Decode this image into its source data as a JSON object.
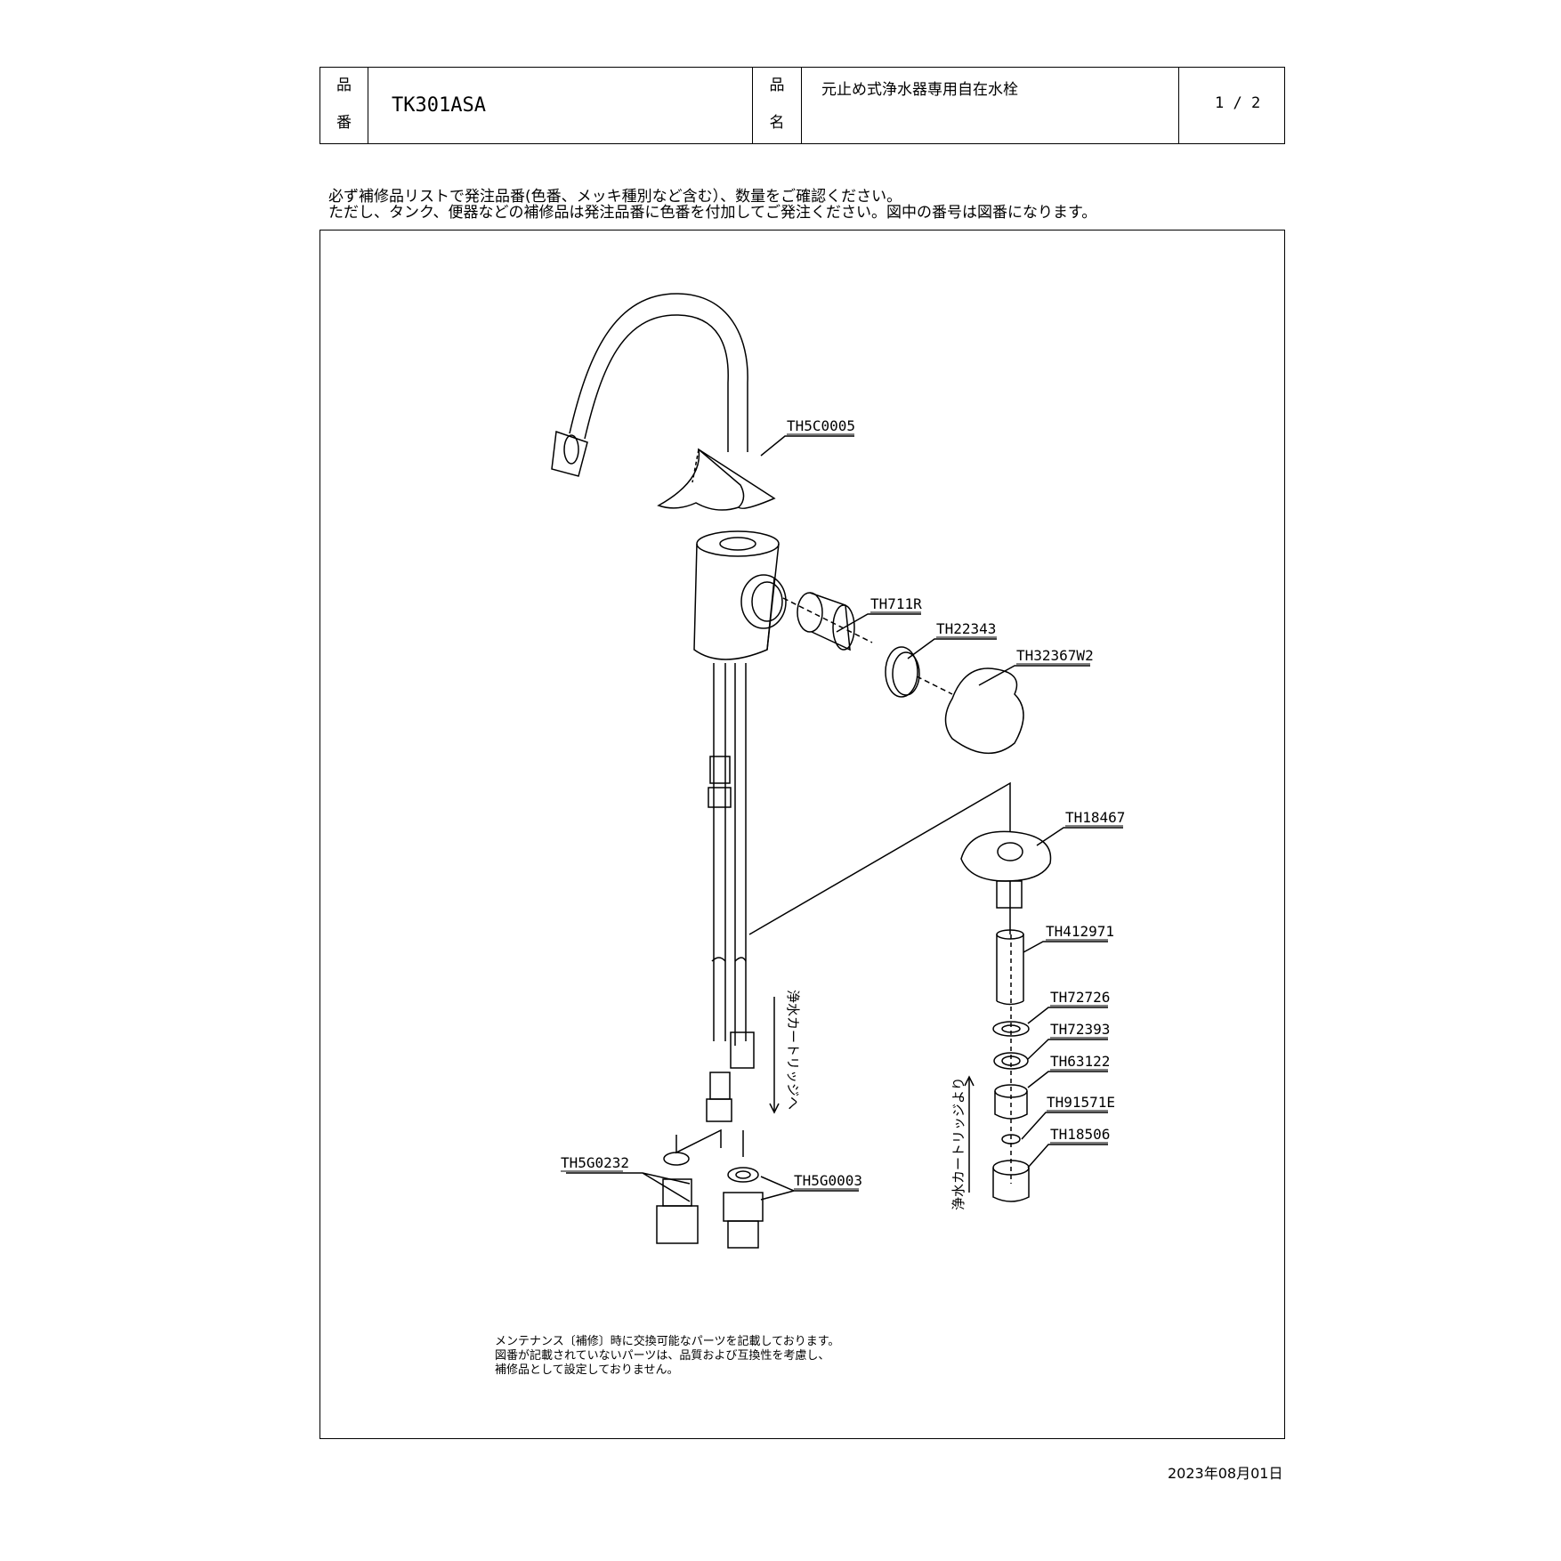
{
  "header": {
    "part_no_label_1": "品",
    "part_no_label_2": "番",
    "part_no": "TK301ASA",
    "name_label_1": "品",
    "name_label_2": "名",
    "name": "元止め式浄水器専用自在水栓",
    "page": "1 / 2"
  },
  "notes": {
    "line1": "必ず補修品リストで発注品番(色番、メッキ種別など含む）、数量をご確認ください。",
    "line2": "ただし、タンク、便器などの補修品は発注品番に色番を付加してご発注ください。図中の番号は図番になります。"
  },
  "parts": {
    "spout": "TH5C0005",
    "cartridge": "TH711R",
    "nut": "TH22343",
    "handle": "TH32367W2",
    "bracket": "TH18467",
    "pipe": "TH412971",
    "washer1": "TH72726",
    "washer2": "TH72393",
    "hex_nut": "TH63122",
    "oring": "TH91571E",
    "adapter": "TH18506",
    "joint_left": "TH5G0232",
    "joint_right": "TH5G0003"
  },
  "flow": {
    "to_cartridge": "浄水カートリッジへ",
    "from_cartridge": "浄水カートリッジより"
  },
  "footer_note": {
    "line1": "メンテナンス〔補修〕時に交換可能なパーツを記載しております。",
    "line2": "図番が記載されていないパーツは、品質および互換性を考慮し、",
    "line3": "補修品として設定しておりません。"
  },
  "date": "2023年08月01日"
}
